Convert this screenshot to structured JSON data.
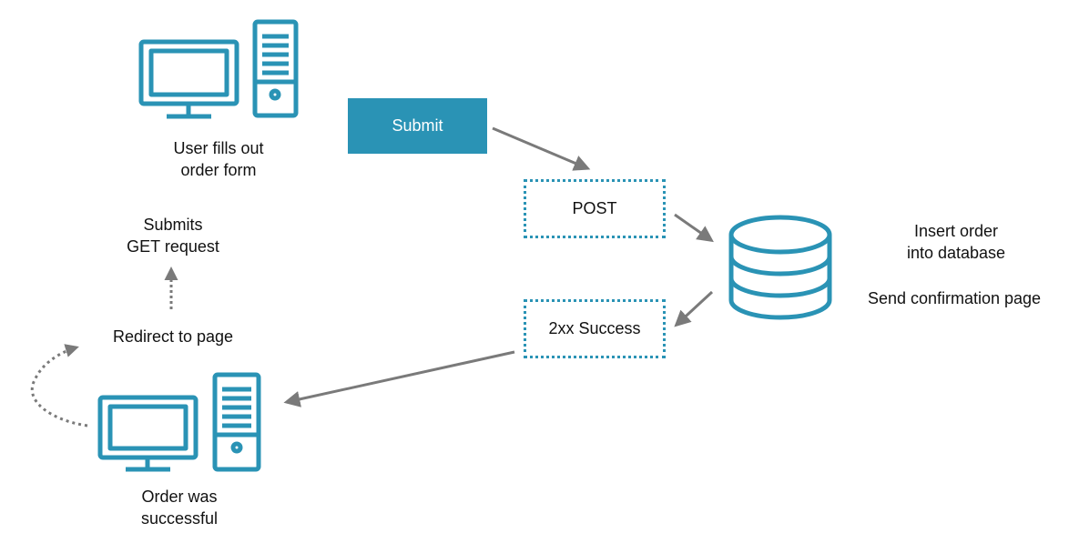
{
  "colors": {
    "accent": "#2a93b5",
    "arrow": "#7a7a7a",
    "text": "#111111"
  },
  "icons": [
    "desktop-computer-icon",
    "database-icon"
  ],
  "labels": {
    "user_fills_line1": "User fills out",
    "user_fills_line2": "order form",
    "submits_line1": "Submits",
    "submits_line2": "GET request",
    "redirect": "Redirect to page",
    "order_line1": "Order was",
    "order_line2": "successful",
    "insert_line1": "Insert order",
    "insert_line2": "into database",
    "send_confirmation": "Send confirmation page"
  },
  "buttons": {
    "submit": "Submit"
  },
  "boxes": {
    "post": "POST",
    "success": "2xx Success"
  }
}
